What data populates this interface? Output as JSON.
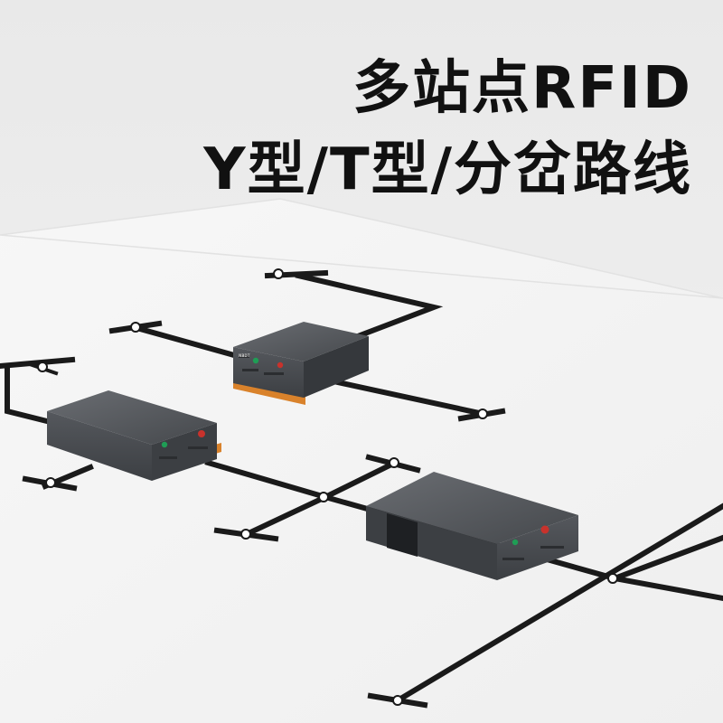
{
  "headline": {
    "line1": "多站点RFID",
    "line2": "Y型/T型/分岔路线"
  },
  "agv_badge_text": "NBDT",
  "colors": {
    "background": "#ececec",
    "floor": "#f6f6f6",
    "track": "#1a1a1a",
    "agv_body": "#4a4d52",
    "agv_top": "#5a5d62",
    "bumper": "#d9822b",
    "green_button": "#1f9d55",
    "red_button": "#c8322c"
  },
  "icons": [
    "green-start-button-icon",
    "red-emergency-stop-icon",
    "rfid-station-marker-icon"
  ]
}
